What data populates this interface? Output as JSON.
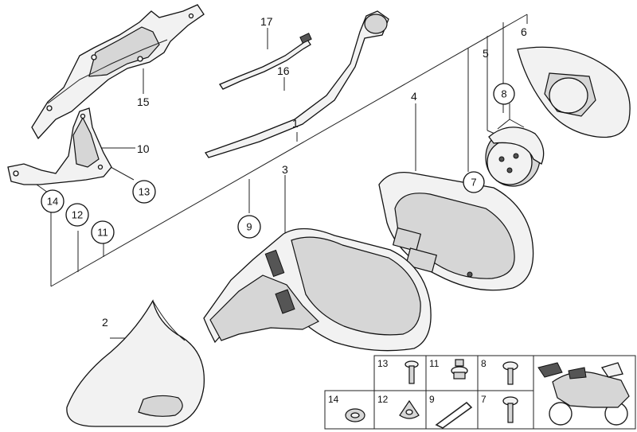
{
  "diagram": {
    "callouts": {
      "c1": "1",
      "c2": "2",
      "c3": "3",
      "c4": "4",
      "c5": "5",
      "c6": "6",
      "c7": "7",
      "c8": "8",
      "c9": "9",
      "c10": "10",
      "c11": "11",
      "c12": "12",
      "c13": "13",
      "c14": "14",
      "c15": "15",
      "c16": "16",
      "c17": "17"
    },
    "parts_table": {
      "top_row": [
        "13",
        "11",
        "8"
      ],
      "bottom_row": [
        "14",
        "12",
        "9",
        "7"
      ]
    }
  }
}
